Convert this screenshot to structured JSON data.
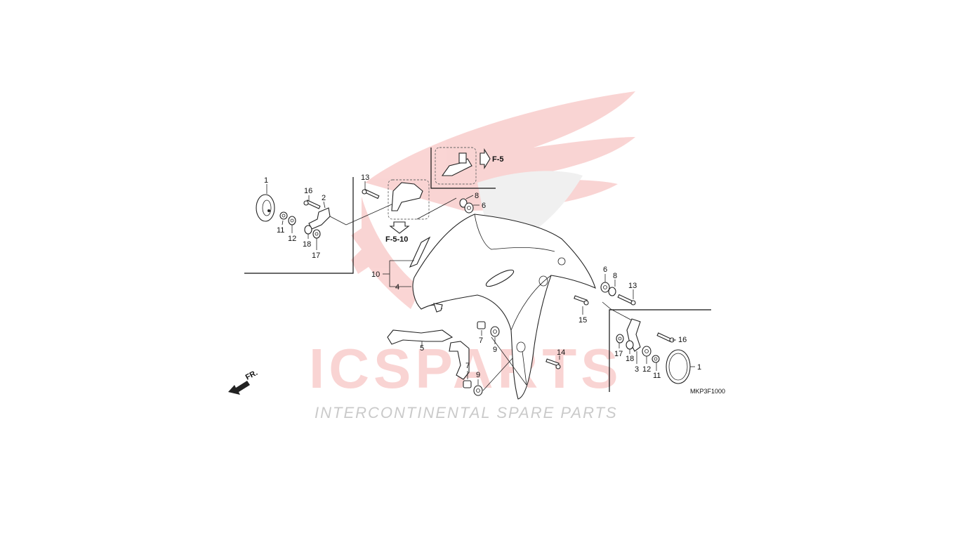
{
  "watermark": {
    "brand": "ICSPARTS",
    "tagline": "INTERCONTINENTAL SPARE PARTS",
    "color_red": "#e8403d",
    "color_gray": "#bdbdbd"
  },
  "diagram_code": "MKP3F1000",
  "direction_label": "FR.",
  "references": {
    "ref_top": "F-5",
    "ref_left": "F-5-10"
  },
  "callouts": {
    "c1_left": "1",
    "c1_right": "1",
    "c2": "2",
    "c3": "3",
    "c4": "4",
    "c5": "5",
    "c6_top": "6",
    "c6_right": "6",
    "c7_a": "7",
    "c7_b": "7",
    "c8_top": "8",
    "c8_right": "8",
    "c9_a": "9",
    "c9_b": "9",
    "c10": "10",
    "c11_left": "11",
    "c11_right": "11",
    "c12_left": "12",
    "c12_right": "12",
    "c13_left": "13",
    "c13_right": "13",
    "c14": "14",
    "c15": "15",
    "c16_left": "16",
    "c16_right": "16",
    "c17_left": "17",
    "c17_right": "17",
    "c18_left": "18",
    "c18_right": "18"
  }
}
